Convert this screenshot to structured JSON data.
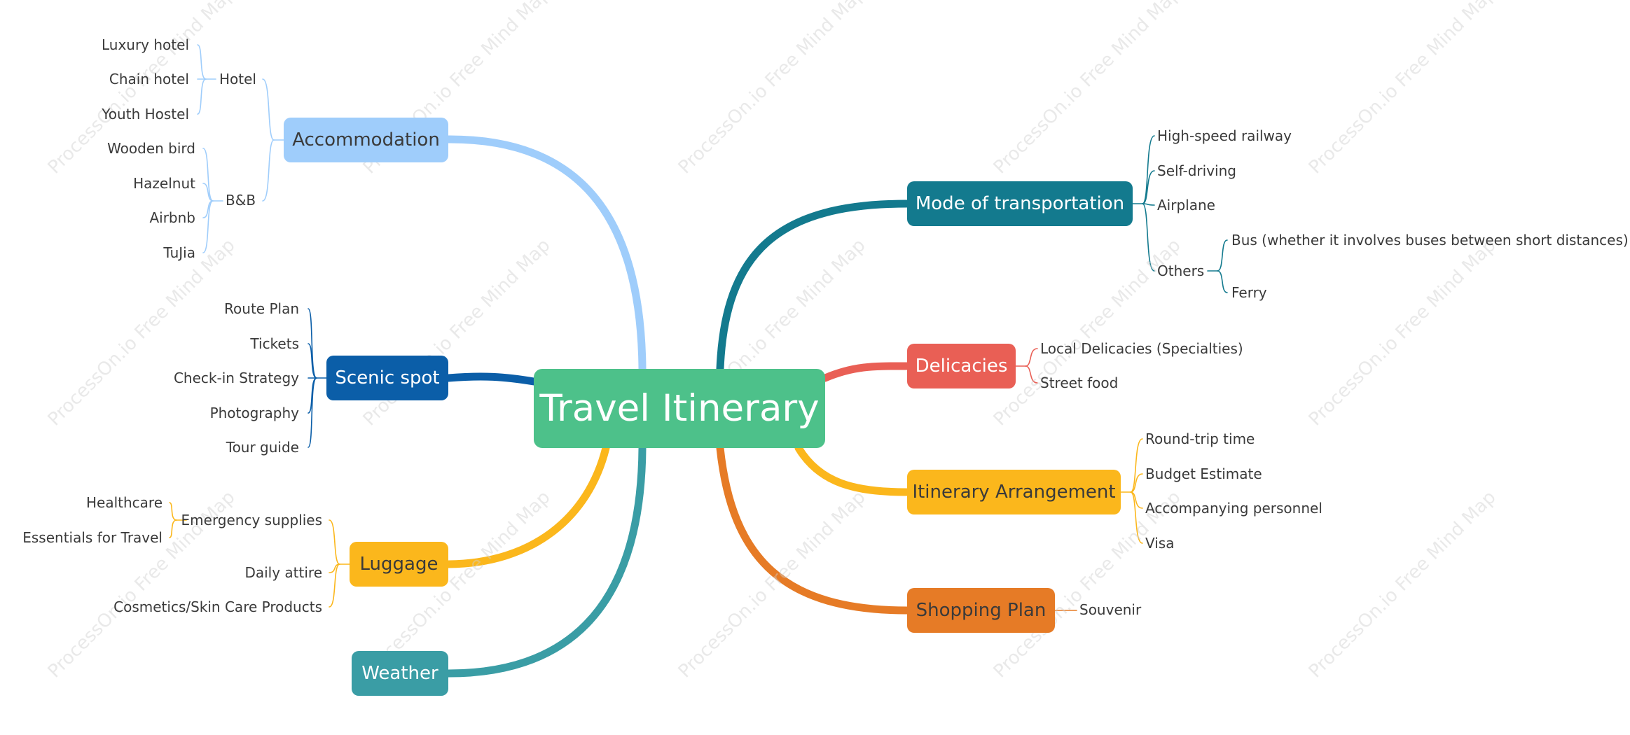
{
  "root": {
    "label": "Travel Itinerary"
  },
  "watermark": "ProcessOn.io Free Mind Map",
  "colors": {
    "root": "#4dc18a",
    "accommodation": "#9fcdfb",
    "scenic": "#0b5ea8",
    "luggage": "#fbb71c",
    "weather": "#3a9da5",
    "transport": "#137a8e",
    "delicacies": "#e95f55",
    "itinerary": "#fbb71c",
    "shopping": "#e67b26"
  },
  "branches": {
    "accommodation": {
      "label": "Accommodation",
      "hotel": {
        "label": "Hotel",
        "items": [
          "Luxury hotel",
          "Chain hotel",
          "Youth Hostel"
        ]
      },
      "bnb": {
        "label": "B&B",
        "items": [
          "Wooden bird",
          "Hazelnut",
          "Airbnb",
          "TuJia"
        ]
      }
    },
    "scenic": {
      "label": "Scenic spot",
      "items": [
        "Route Plan",
        "Tickets",
        "Check-in Strategy",
        "Photography",
        "Tour guide"
      ]
    },
    "luggage": {
      "label": "Luggage",
      "emergency": {
        "label": "Emergency supplies",
        "items": [
          "Healthcare",
          "Essentials for Travel"
        ]
      },
      "items": [
        "Daily attire",
        "Cosmetics/Skin Care Products"
      ]
    },
    "weather": {
      "label": "Weather"
    },
    "transport": {
      "label": "Mode of transportation",
      "items": [
        "High-speed railway",
        "Self-driving",
        "Airplane"
      ],
      "others": {
        "label": "Others",
        "items": [
          "Bus (whether it involves buses between short distances)",
          "Ferry"
        ]
      }
    },
    "delicacies": {
      "label": "Delicacies",
      "items": [
        "Local Delicacies (Specialties)",
        "Street food"
      ]
    },
    "itinerary": {
      "label": "Itinerary Arrangement",
      "items": [
        "Round-trip time",
        "Budget Estimate",
        "Accompanying personnel",
        "Visa"
      ]
    },
    "shopping": {
      "label": "Shopping Plan",
      "items": [
        "Souvenir"
      ]
    }
  }
}
